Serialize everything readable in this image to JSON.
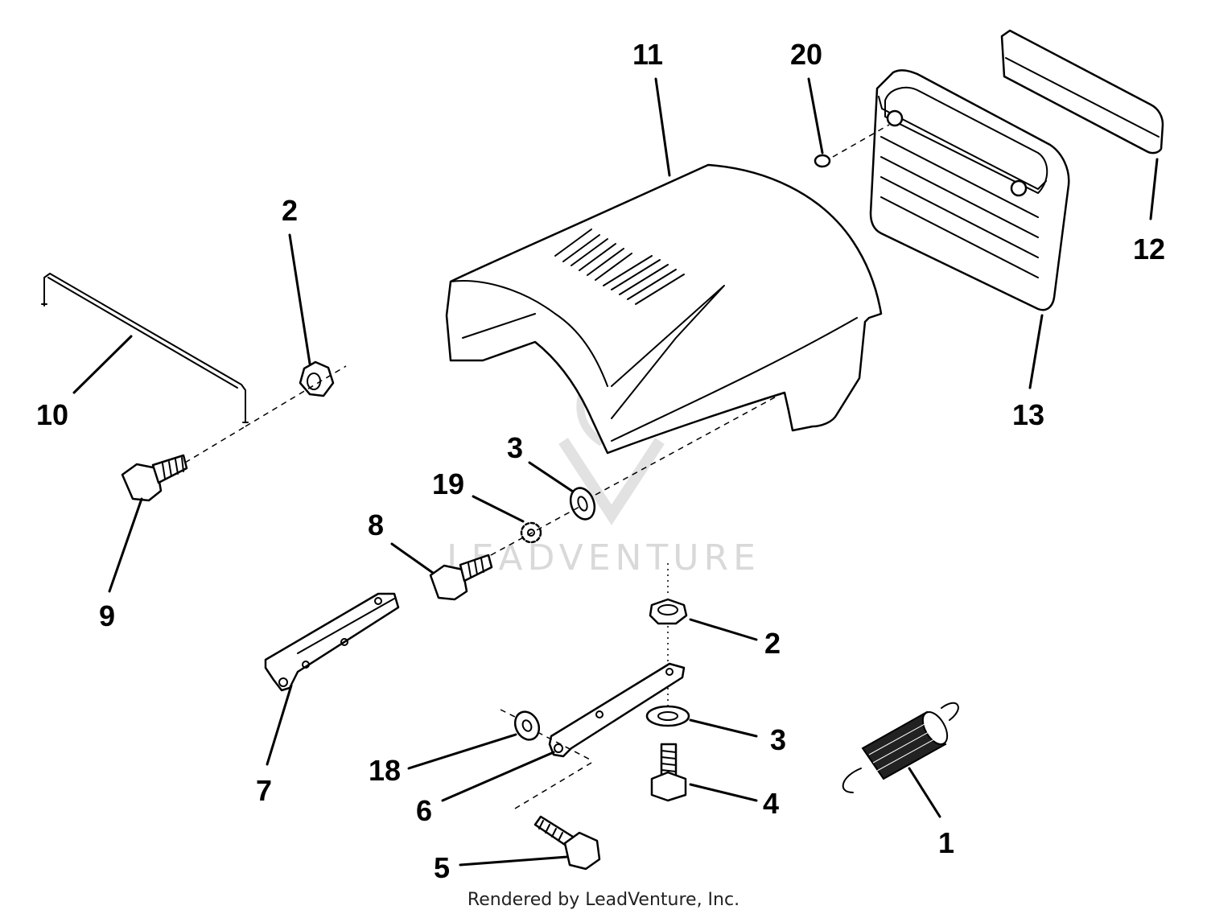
{
  "footer": {
    "credit": "Rendered by LeadVenture, Inc."
  },
  "watermark": {
    "text": "LEADVENTURE"
  },
  "colors": {
    "ink": "#000000",
    "paper": "#ffffff",
    "watermark": "#d9d9d9"
  },
  "callouts": {
    "c1": "1",
    "c2a": "2",
    "c2b": "2",
    "c3a": "3",
    "c3b": "3",
    "c4": "4",
    "c5": "5",
    "c6": "6",
    "c7": "7",
    "c8": "8",
    "c9": "9",
    "c10": "10",
    "c11": "11",
    "c12": "12",
    "c13": "13",
    "c18": "18",
    "c19": "19",
    "c20": "20"
  }
}
